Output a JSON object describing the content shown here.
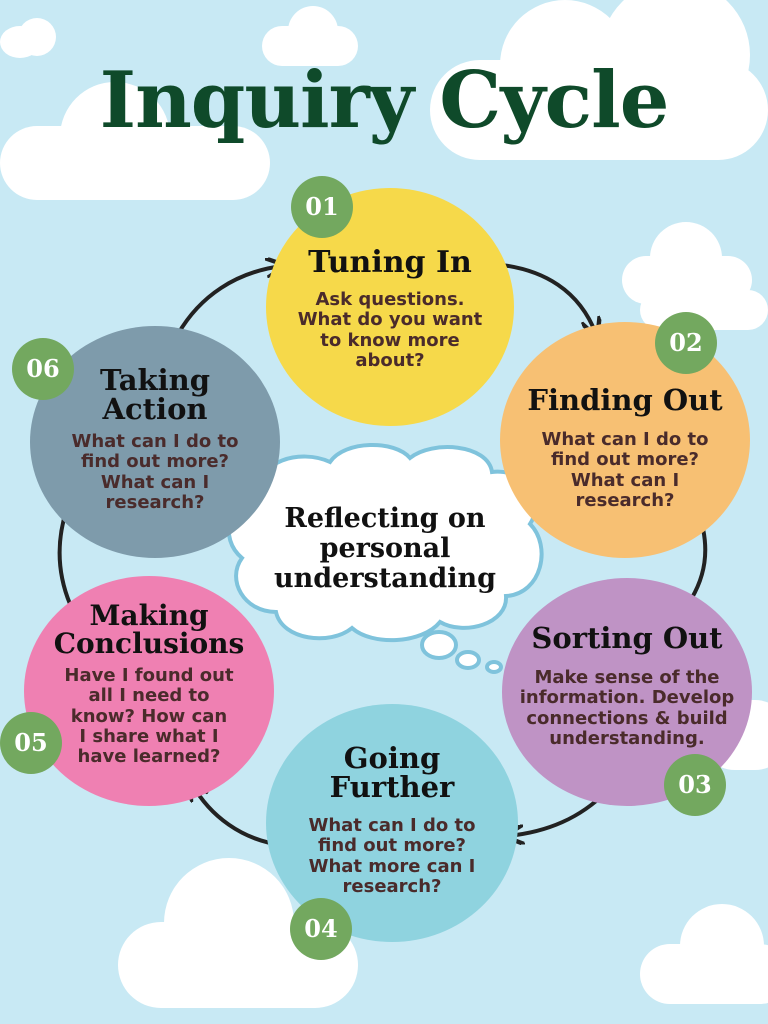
{
  "title": "Inquiry Cycle",
  "center": {
    "line1": "Reflecting on",
    "line2": "personal",
    "line3": "understanding"
  },
  "steps": [
    {
      "number": "01",
      "title_lines": [
        "Tuning In"
      ],
      "body_lines": [
        "Ask questions.",
        "What do you want",
        "to know more",
        "about?"
      ],
      "color": "#f6d94a"
    },
    {
      "number": "02",
      "title_lines": [
        "Finding Out"
      ],
      "body_lines": [
        "What can I do to",
        "find out more?",
        "What can I",
        "research?"
      ],
      "color": "#f7c073"
    },
    {
      "number": "03",
      "title_lines": [
        "Sorting Out"
      ],
      "body_lines": [
        "Make sense of the",
        "information. Develop",
        "connections & build",
        "understanding."
      ],
      "color": "#bf93c5"
    },
    {
      "number": "04",
      "title_lines": [
        "Going",
        "Further"
      ],
      "body_lines": [
        "What can I do to",
        "find out more?",
        "What more can I",
        "research?"
      ],
      "color": "#8fd3df"
    },
    {
      "number": "05",
      "title_lines": [
        "Making",
        "Conclusions"
      ],
      "body_lines": [
        "Have I found out",
        "all I need to",
        "know? How can",
        "I share what I",
        "have learned?"
      ],
      "color": "#ef80b2"
    },
    {
      "number": "06",
      "title_lines": [
        "Taking",
        "Action"
      ],
      "body_lines": [
        "What can I do to",
        "find out more?",
        "What can I",
        "research?"
      ],
      "color": "#7e9bab"
    }
  ],
  "colors": {
    "background": "#c8e9f4",
    "title": "#0f4a2a",
    "badge": "#73a85f",
    "arrow": "#222222",
    "cloud_outline": "#7fc3dc"
  }
}
